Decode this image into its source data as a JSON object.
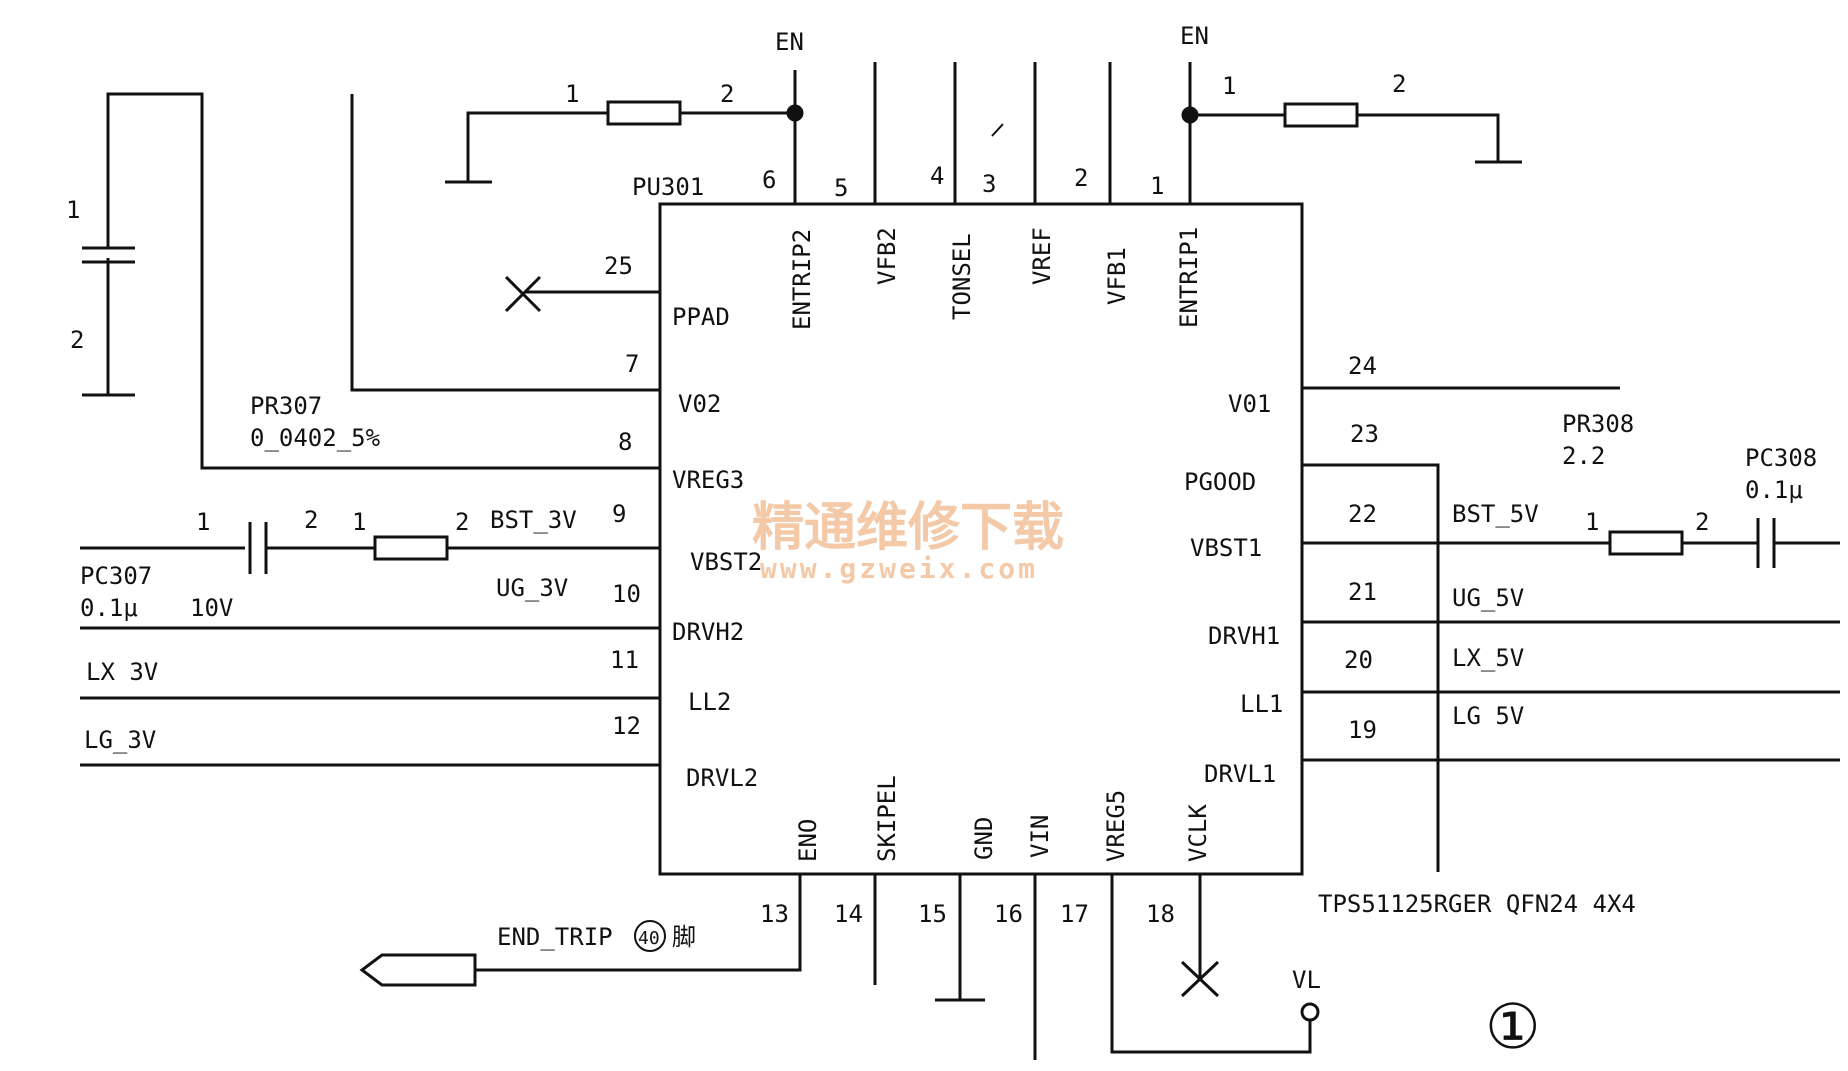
{
  "chip": {
    "ref": "PU301",
    "part": "TPS51125RGER QFN24 4X4",
    "top_pins": [
      {
        "num": "6",
        "name": "ENTRIP2"
      },
      {
        "num": "5",
        "name": "VFB2"
      },
      {
        "num": "4",
        "name": "TONSEL"
      },
      {
        "num": "3",
        "name": "VREF"
      },
      {
        "num": "2",
        "name": "VFB1"
      },
      {
        "num": "1",
        "name": "ENTRIP1"
      }
    ],
    "left_pins": [
      {
        "num": "25",
        "name": "PPAD"
      },
      {
        "num": "7",
        "name": "V02"
      },
      {
        "num": "8",
        "name": "VREG3"
      },
      {
        "num": "9",
        "name": "VBST2"
      },
      {
        "num": "10",
        "name": "DRVH2"
      },
      {
        "num": "11",
        "name": "LL2"
      },
      {
        "num": "12",
        "name": "DRVL2"
      }
    ],
    "right_pins": [
      {
        "num": "24",
        "name": "V01"
      },
      {
        "num": "23",
        "name": "PGOOD"
      },
      {
        "num": "22",
        "name": "VBST1"
      },
      {
        "num": "21",
        "name": "DRVH1"
      },
      {
        "num": "20",
        "name": "LL1"
      },
      {
        "num": "19",
        "name": "DRVL1"
      }
    ],
    "bottom_pins": [
      {
        "num": "13",
        "name": "ENO"
      },
      {
        "num": "14",
        "name": "SKIPEL"
      },
      {
        "num": "15",
        "name": "GND"
      },
      {
        "num": "16",
        "name": "VIN"
      },
      {
        "num": "17",
        "name": "VREG5"
      },
      {
        "num": "18",
        "name": "VCLK"
      }
    ]
  },
  "nets": {
    "en_left": "EN",
    "en_right": "EN",
    "bst_3v": "BST_3V",
    "ug_3v": "UG_3V",
    "lx_3v": "LX 3V",
    "lg_3v": "LG_3V",
    "bst_5v": "BST_5V",
    "ug_5v": "UG_5V",
    "lx_5v": "LX_5V",
    "lg_5v": "LG 5V",
    "endtrip": "END_TRIP",
    "endtrip_pin": "40",
    "endtrip_suffix": "脚",
    "vl": "VL"
  },
  "components": {
    "pr307": {
      "ref": "PR307",
      "value": "0_0402_5%"
    },
    "pc307": {
      "ref": "PC307",
      "value": "0.1μ",
      "voltage": "10V"
    },
    "pr308": {
      "ref": "PR308",
      "value": "2.2"
    },
    "pc308": {
      "ref": "PC308",
      "value": "0.1μ"
    }
  },
  "pin_numbers": {
    "one": "1",
    "two": "2"
  },
  "figure_marker": "①",
  "watermark": {
    "line1": "精通维修下载",
    "line2": "www.gzweix.com"
  }
}
